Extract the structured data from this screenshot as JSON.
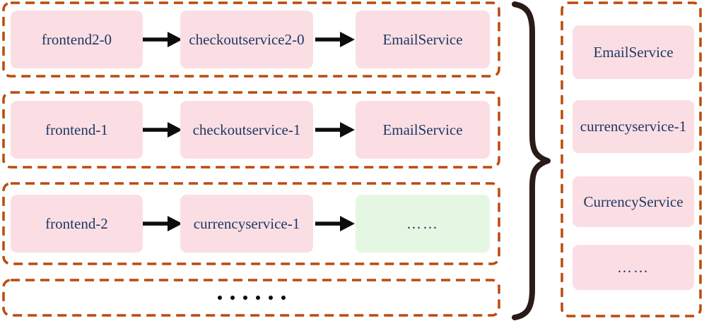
{
  "colors": {
    "dashed_border": "#BC4A0C",
    "node_fill_pink": "#FBDEE3",
    "node_fill_green": "#E4F7E3",
    "node_text": "#1F3864",
    "arrow": "#0D0D0D",
    "brace": "#2A1B16"
  },
  "chains": [
    {
      "nodes": [
        "frontend2-0",
        "checkoutservice2-0",
        "EmailService"
      ]
    },
    {
      "nodes": [
        "frontend-1",
        "checkoutservice-1",
        "EmailService"
      ]
    },
    {
      "nodes": [
        "frontend-2",
        "currencyservice-1",
        "……"
      ]
    }
  ],
  "more_chains_dot_count": 6,
  "aggregated_services": [
    "EmailService",
    "currencyservice-1",
    "CurrencyService",
    "……"
  ]
}
